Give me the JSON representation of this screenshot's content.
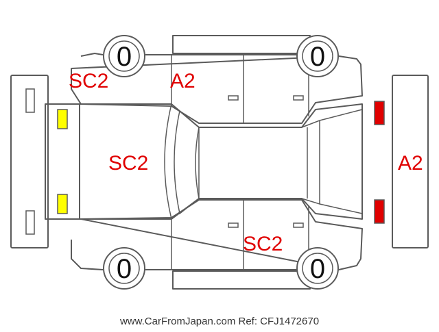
{
  "colors": {
    "outline": "#5a5a5a",
    "damage_mark": "#e00000",
    "front_light": "#ffff00",
    "rear_light": "#e00000"
  },
  "tires": {
    "front_left": "0",
    "rear_left": "0",
    "front_right": "0",
    "rear_right": "0"
  },
  "marks": {
    "left_front_fender": "SC2",
    "left_front_door": "A2",
    "hood": "SC2",
    "rear_bumper": "A2",
    "right_rear_door": "SC2"
  },
  "footer": {
    "credit": "www.CarFromJapan.com Ref: CFJ1472670"
  }
}
